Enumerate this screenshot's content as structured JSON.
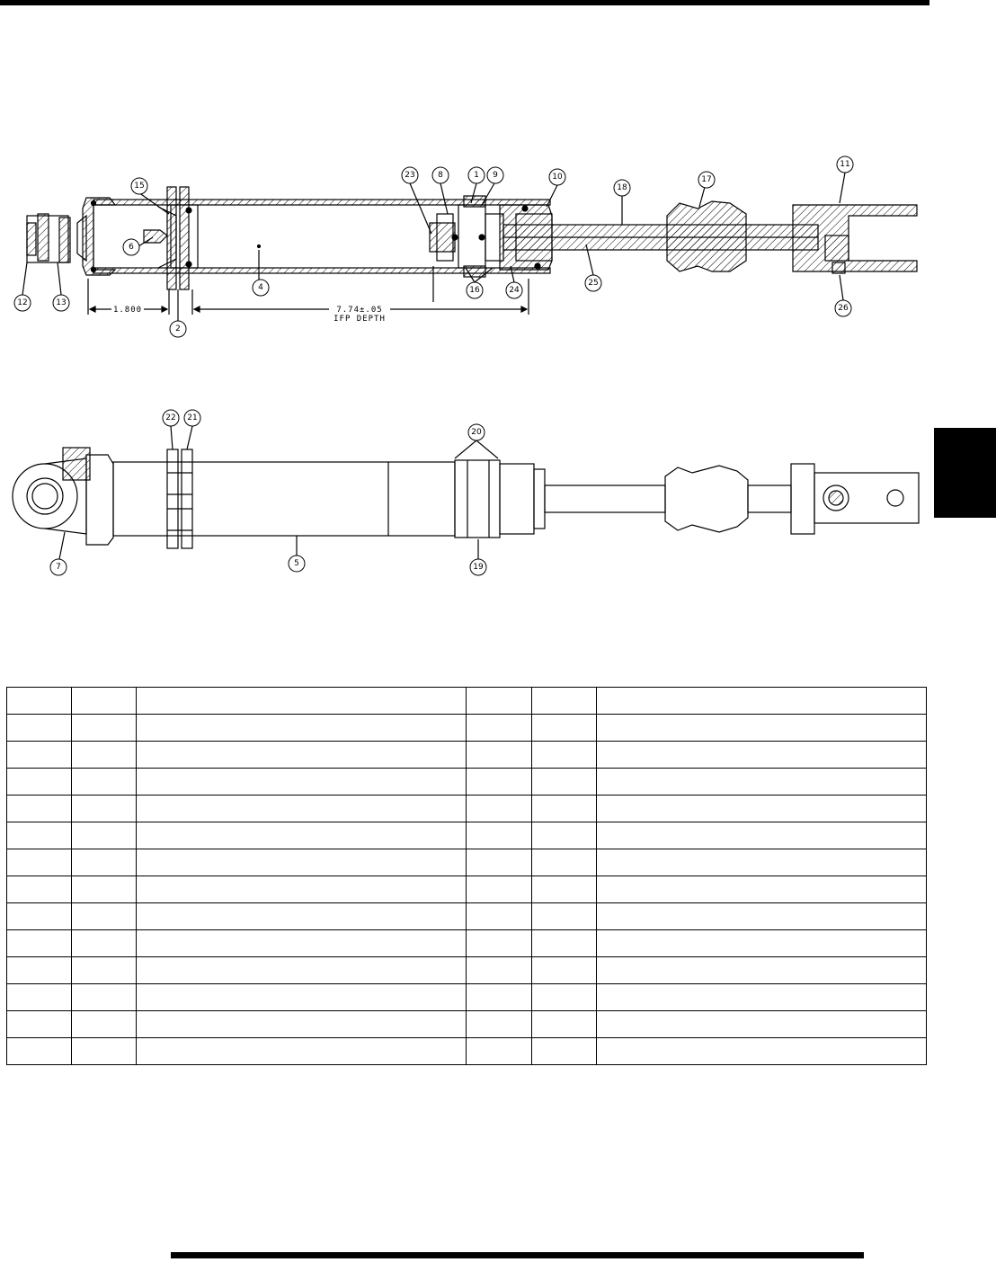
{
  "callouts": {
    "c1": "1",
    "c2": "2",
    "c4": "4",
    "c5": "5",
    "c6": "6",
    "c7": "7",
    "c8": "8",
    "c9": "9",
    "c10": "10",
    "c11": "11",
    "c12": "12",
    "c13": "13",
    "c15": "15",
    "c16": "16",
    "c17": "17",
    "c18": "18",
    "c19": "19",
    "c20": "20",
    "c21": "21",
    "c22": "22",
    "c23": "23",
    "c24": "24",
    "c25": "25",
    "c26": "26"
  },
  "dimensions": {
    "left": "1.800",
    "ifp_value": "7.74±.05",
    "ifp_label": "IFP DEPTH"
  },
  "parts_table": {
    "rows": [
      [
        "",
        "",
        "",
        "",
        "",
        ""
      ],
      [
        "",
        "",
        "",
        "",
        "",
        ""
      ],
      [
        "",
        "",
        "",
        "",
        "",
        ""
      ],
      [
        "",
        "",
        "",
        "",
        "",
        ""
      ],
      [
        "",
        "",
        "",
        "",
        "",
        ""
      ],
      [
        "",
        "",
        "",
        "",
        "",
        ""
      ],
      [
        "",
        "",
        "",
        "",
        "",
        ""
      ],
      [
        "",
        "",
        "",
        "",
        "",
        ""
      ],
      [
        "",
        "",
        "",
        "",
        "",
        ""
      ],
      [
        "",
        "",
        "",
        "",
        "",
        ""
      ],
      [
        "",
        "",
        "",
        "",
        "",
        ""
      ],
      [
        "",
        "",
        "",
        "",
        "",
        ""
      ],
      [
        "",
        "",
        "",
        "",
        "",
        ""
      ],
      [
        "",
        "",
        "",
        "",
        "",
        ""
      ]
    ]
  }
}
